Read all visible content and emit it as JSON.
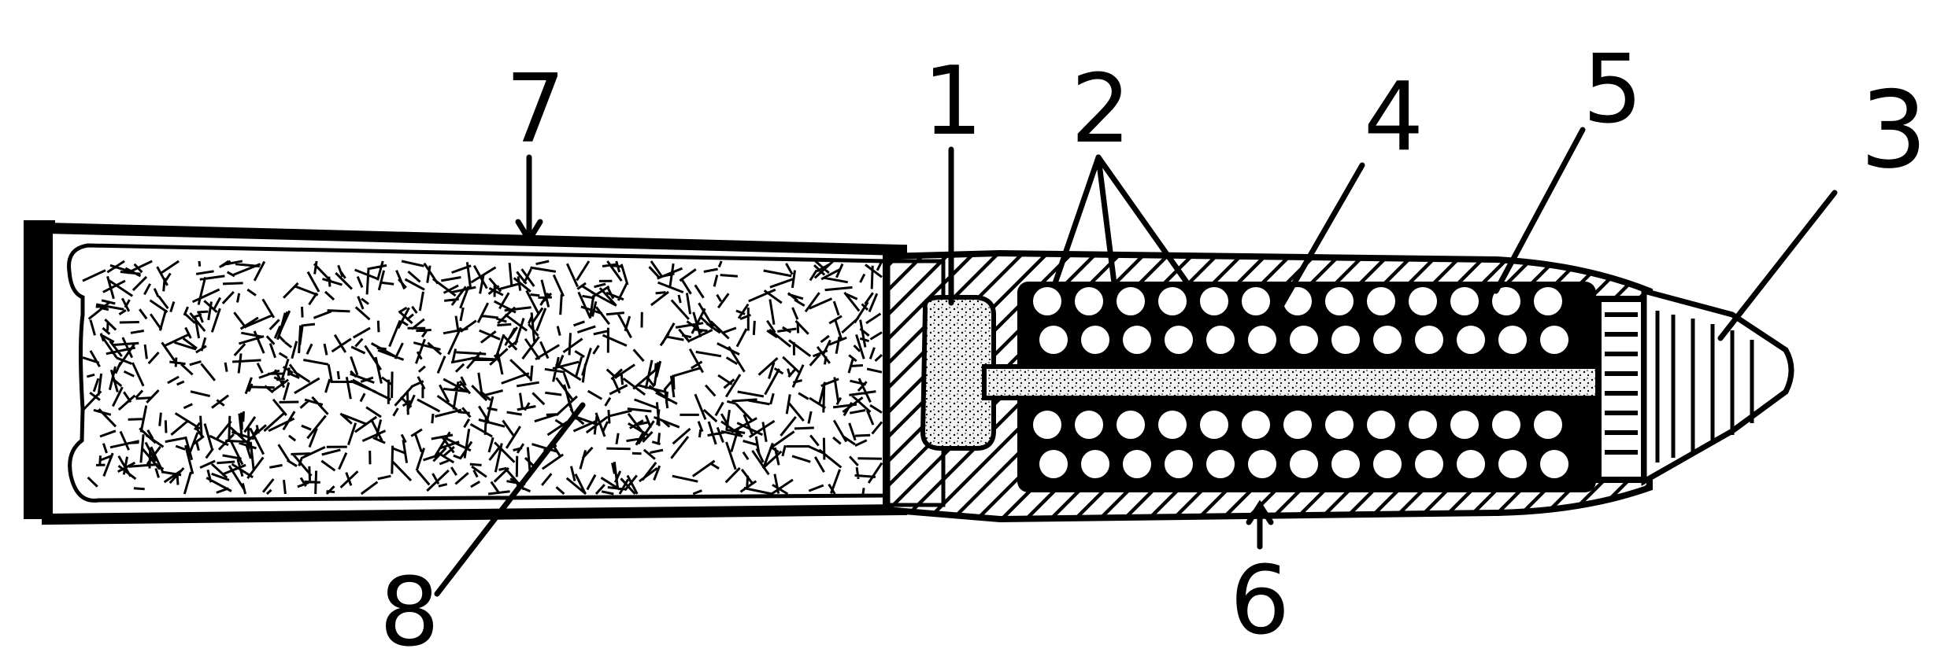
{
  "callouts": [
    {
      "id": "1",
      "text": "1"
    },
    {
      "id": "2",
      "text": "2"
    },
    {
      "id": "3",
      "text": "3"
    },
    {
      "id": "4",
      "text": "4"
    },
    {
      "id": "5",
      "text": "5"
    },
    {
      "id": "6",
      "text": "6"
    },
    {
      "id": "7",
      "text": "7"
    },
    {
      "id": "8",
      "text": "8"
    }
  ],
  "colors": {
    "ink": "#000000",
    "paper": "#ffffff",
    "stipple": "#ececec"
  }
}
